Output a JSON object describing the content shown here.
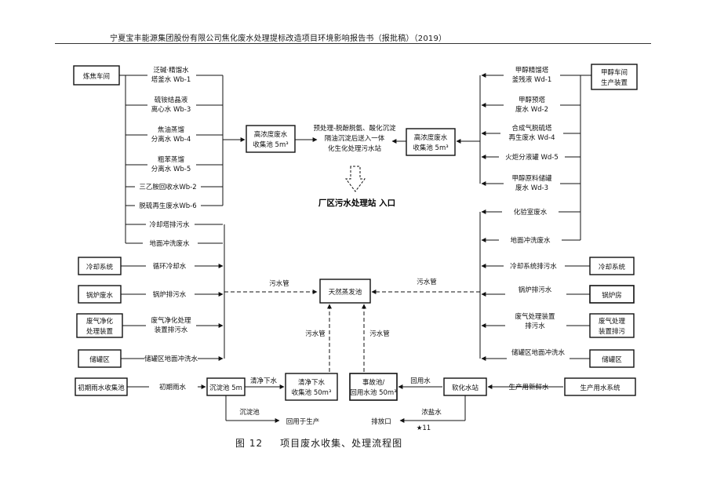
{
  "header": {
    "title": "宁夏宝丰能源集团股份有限公司焦化废水处理提标改造项目环境影响报告书（报批稿）（2019）"
  },
  "nodes": {
    "coking_plant": "炼焦车间",
    "wb1": [
      "泛碱·精馏水",
      "塔釜水 Wb-1"
    ],
    "wb3": [
      "硫铵结晶液",
      "离心水 Wb-3"
    ],
    "wb4": [
      "焦油蒸馏",
      "分离水 Wb-4"
    ],
    "wb5": [
      "粗苯蒸馏",
      "分离水 Wb-5"
    ],
    "wb2": "三乙胺回收水Wb-2",
    "wb6": "脱硫再生废水Wb-6",
    "wb7": "冷却塔排污水",
    "wb8": "地面冲洗废水",
    "high_conc_tank_left": [
      "高浓度废水",
      "收集池 5m³"
    ],
    "methanol_wastewater": [
      "甲醇车间",
      "生产装置"
    ],
    "wd1": [
      "甲醇精馏塔",
      "釜残液 Wd-1"
    ],
    "wd2": [
      "甲醇预塔",
      "废水 Wd-2"
    ],
    "wd4": [
      "合成气脱硫塔",
      "再生废水 Wd-4"
    ],
    "wd5": "火炬分液罐 Wd-5",
    "wd3": [
      "甲醇原料储罐",
      "废水 Wd-3"
    ],
    "wd_misc1": "化验室废水",
    "wd_misc2": "地面冲洗废水",
    "high_conc_tank_right": [
      "高浓度废水",
      "收集池 5m³"
    ],
    "pretreat_center": [
      "预处理-脱酚脱氨、酸化沉淀",
      "隔油沉淀后送入一体",
      "化生化处理污水站"
    ],
    "wwtp_inlet": "厂区污水处理站 入口",
    "cooling_left": "冷却系统",
    "circ_water": "循环冷却水",
    "steam_left": "锅炉废水",
    "steam_right_label": "锅炉排污水",
    "air_purifier": [
      "废气净化",
      "处理装置"
    ],
    "air_purifier_water": [
      "废气净化处理",
      "装置排污水"
    ],
    "storage": "储罐区",
    "storage_water": "储罐区地面冲洗水",
    "evap_pond": "天然蒸发池",
    "pipe_left": "污水管",
    "pipe_right": "污水管",
    "cooling_right": "冷却系统",
    "cooling_right_water": "冷却系统排污水",
    "boiler_right": "锅炉房",
    "boiler_right_water": "锅炉排污水",
    "purifier_right": [
      "废气处理",
      "装置排污"
    ],
    "purifier_right_water": [
      "废气处理装置",
      "排污水"
    ],
    "storage_right": "储罐区",
    "storage_right_water": "储罐区地面冲洗水",
    "rain_source": "初期雨水收集池",
    "rain_flow": "初期雨水",
    "settle_tank": "沉淀池 5m",
    "clean_pipe": "清净下水",
    "clean_tank": [
      "清净下水",
      "收集池 50m³"
    ],
    "clean_out": "回用于生产",
    "pipe_up1": "污水管",
    "pipe_up2": "污水管",
    "reuse_tank": [
      "事故池/",
      "回用水池 50m³"
    ],
    "reuse_flow": "回用水",
    "softener": "软化水站",
    "softener_in": "生产用新鲜水",
    "fresh_water": "生产用水系统",
    "to_settle": "沉淀池",
    "excess": "排放口",
    "drain": "浓盐水",
    "w11": "★11"
  },
  "caption": {
    "figure_no": "图 12",
    "text": "项目废水收集、处理流程图"
  }
}
